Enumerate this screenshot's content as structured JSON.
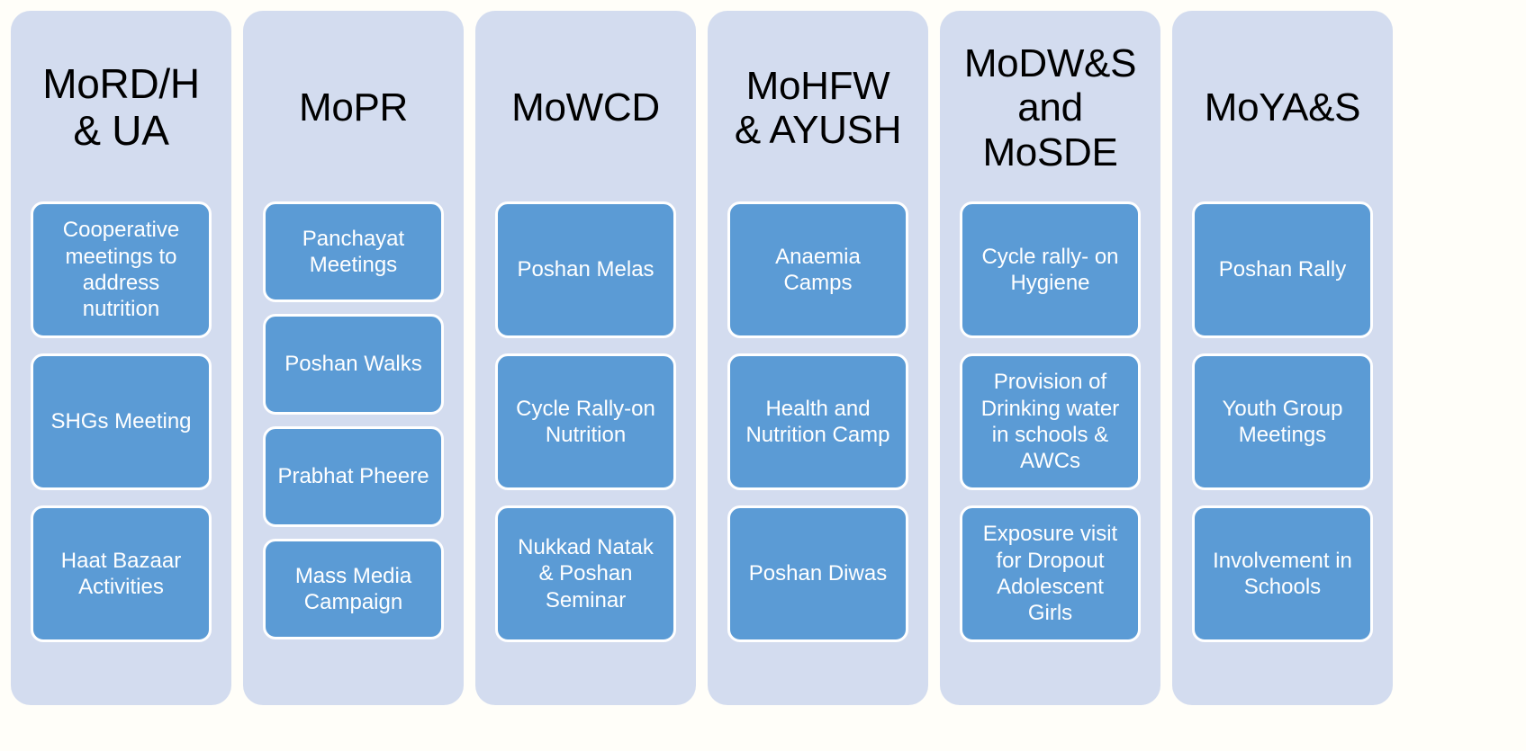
{
  "diagram": {
    "type": "grouped-column-list",
    "colors": {
      "page_background": "#fffef9",
      "column_background": "#d3dcef",
      "item_fill": "#5b9bd5",
      "item_border": "#ffffff",
      "title_text": "#000000",
      "item_text": "#ffffff"
    },
    "columns": [
      {
        "title": "MoRD/H\n& UA",
        "items": [
          {
            "label": "Cooperative\nmeetings to\naddress\nnutrition"
          },
          {
            "label": "SHGs Meeting"
          },
          {
            "label": "Haat Bazaar\nActivities"
          }
        ]
      },
      {
        "title": "MoPR",
        "items": [
          {
            "label": "Panchayat\nMeetings"
          },
          {
            "label": "Poshan Walks"
          },
          {
            "label": "Prabhat Pheere"
          },
          {
            "label": "Mass Media\nCampaign"
          }
        ]
      },
      {
        "title": "MoWCD",
        "items": [
          {
            "label": "Poshan Melas"
          },
          {
            "label": "Cycle Rally-on\nNutrition"
          },
          {
            "label": "Nukkad Natak\n& Poshan\nSeminar"
          }
        ]
      },
      {
        "title": "MoHFW\n& AYUSH",
        "items": [
          {
            "label": "Anaemia\nCamps"
          },
          {
            "label": "Health and\nNutrition Camp"
          },
          {
            "label": "Poshan Diwas"
          }
        ]
      },
      {
        "title": "MoDW&S\nand\nMoSDE",
        "items": [
          {
            "label": "Cycle rally- on\nHygiene"
          },
          {
            "label": "Provision of\nDrinking water\nin schools &\nAWCs"
          },
          {
            "label": "Exposure visit\nfor Dropout\nAdolescent\nGirls"
          }
        ]
      },
      {
        "title": "MoYA&S",
        "items": [
          {
            "label": "Poshan Rally"
          },
          {
            "label": "Youth Group\nMeetings"
          },
          {
            "label": "Involvement in\nSchools"
          }
        ]
      }
    ]
  }
}
